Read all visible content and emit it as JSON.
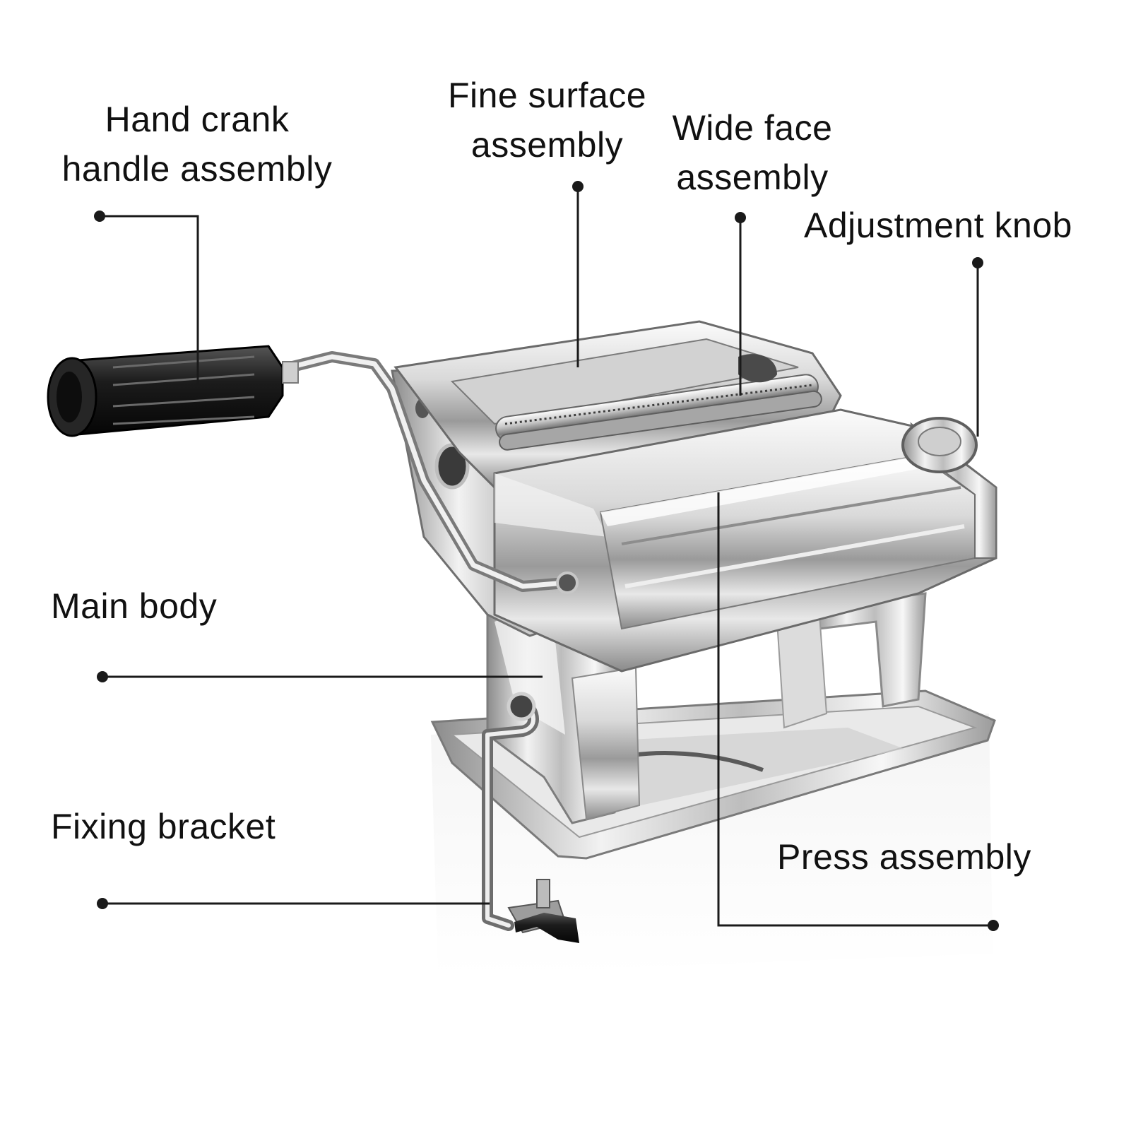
{
  "diagram": {
    "callouts": [
      {
        "id": "hand-crank",
        "lines": [
          "Hand crank",
          "handle assembly"
        ]
      },
      {
        "id": "fine-surface",
        "lines": [
          "Fine surface",
          "assembly"
        ]
      },
      {
        "id": "wide-face",
        "lines": [
          "Wide face",
          "assembly"
        ]
      },
      {
        "id": "adjustment-knob",
        "lines": [
          "Adjustment knob"
        ]
      },
      {
        "id": "main-body",
        "lines": [
          "Main body"
        ]
      },
      {
        "id": "fixing-bracket",
        "lines": [
          "Fixing bracket"
        ]
      },
      {
        "id": "press-assembly",
        "lines": [
          "Press assembly"
        ]
      }
    ]
  },
  "colors": {
    "background": "#ffffff",
    "text": "#111111",
    "leader_line": "#1a1a1a",
    "metal_light": "#f4f4f4",
    "metal_mid": "#b8b8b8",
    "metal_dark": "#6e6e6e",
    "handle_black": "#1c1c1c"
  }
}
